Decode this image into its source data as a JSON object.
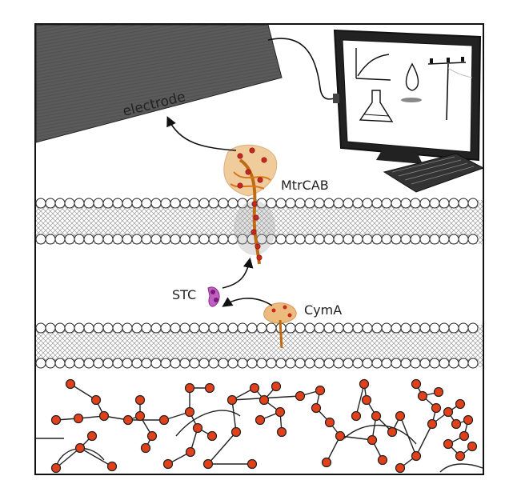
{
  "labels": {
    "electrode": "electrode",
    "mtrcab": "MtrCAB",
    "stc": "STC",
    "cyma": "CymA"
  },
  "colors": {
    "node_fill": "#e0401a",
    "node_stroke": "#222222",
    "electrode_fill": "#555555",
    "membrane_hatch": "#888888",
    "protein_orange": "#d9761a",
    "heme_red": "#c8281e",
    "stc_purple": "#a0309a",
    "frame": "#111111"
  },
  "icons": [
    "computer-monitor-icon",
    "keyboard-icon",
    "graph-icon",
    "drop-icon",
    "flask-icon",
    "power-line-icon",
    "electrode-plate-icon"
  ]
}
